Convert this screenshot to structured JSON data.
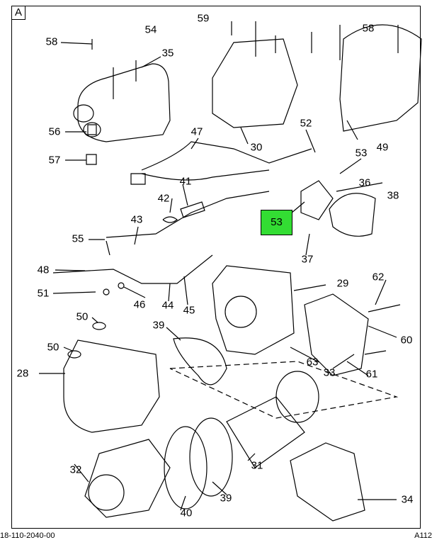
{
  "panel_letter": "A",
  "highlighted_callout": {
    "label": "53",
    "color": "#33dd33"
  },
  "callouts": [
    "58",
    "54",
    "35",
    "59",
    "58",
    "30",
    "49",
    "56",
    "57",
    "47",
    "52",
    "53",
    "36",
    "38",
    "41",
    "42",
    "43",
    "37",
    "55",
    "48",
    "51",
    "46",
    "44",
    "45",
    "29",
    "62",
    "60",
    "50",
    "50",
    "39",
    "28",
    "63",
    "61",
    "33",
    "32",
    "31",
    "39",
    "40",
    "34"
  ],
  "footer": {
    "left": "18-110-2040-00",
    "right": "A112"
  }
}
